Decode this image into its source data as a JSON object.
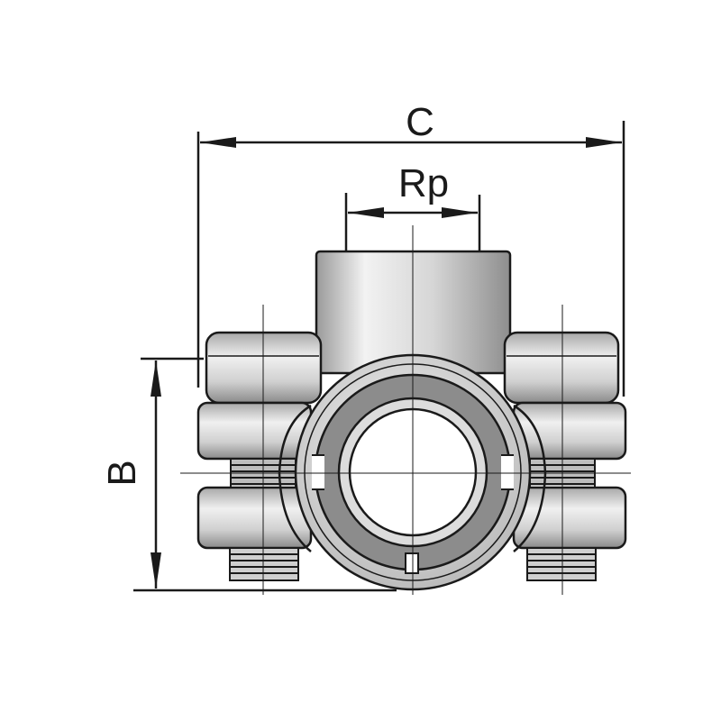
{
  "diagram": {
    "title": "",
    "dimensions": [
      {
        "id": "C",
        "label": "C"
      },
      {
        "id": "Rp",
        "label": "Rp"
      },
      {
        "id": "B",
        "label": "B"
      }
    ],
    "colors": {
      "line": "#1a1a1a",
      "body_light": "#e8e8e8",
      "body_mid": "#bdbdbd",
      "body_dark": "#7a7a7a",
      "gasket": "#8c8c8c",
      "background": "#ffffff"
    },
    "icons": [
      "saddle-clamp-drawing"
    ]
  }
}
